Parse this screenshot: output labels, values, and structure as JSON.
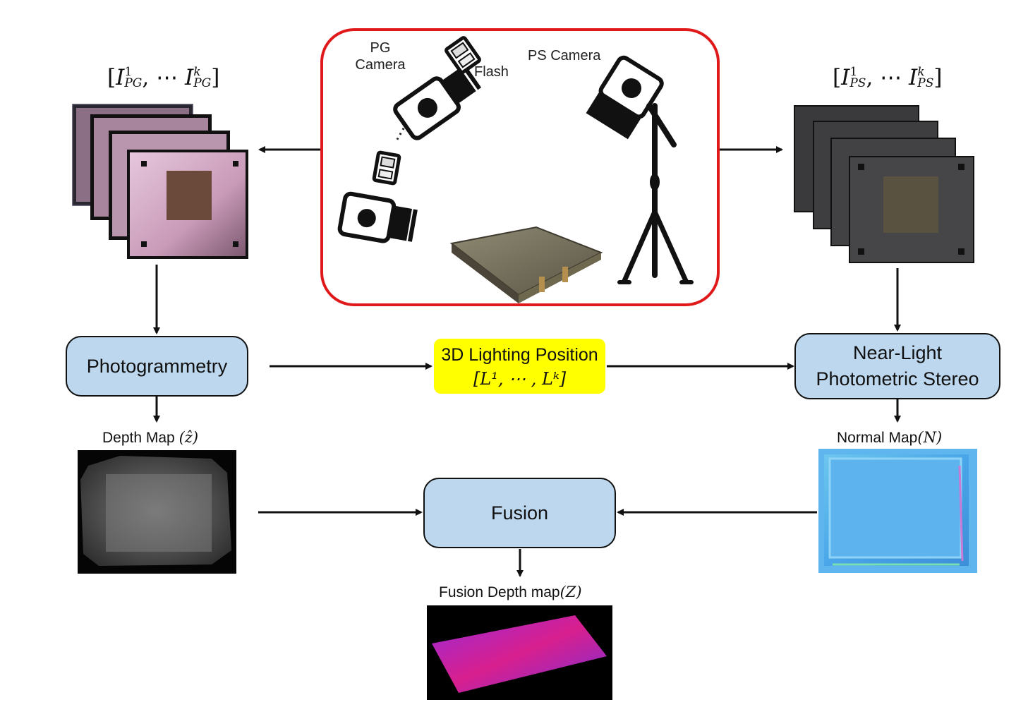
{
  "setup_labels": {
    "pg_camera": [
      "PG",
      "Camera"
    ],
    "flash": "Flash",
    "ps_camera": "PS Camera",
    "ellipsis": "⋯"
  },
  "pg_images_label": {
    "open": "[",
    "i": "I",
    "sup1": "1",
    "sub1": "PG",
    "dots": ", ⋯ ",
    "i2": "I",
    "supk": "k",
    "sub2": "PG",
    "close": "]"
  },
  "ps_images_label": {
    "open": "[",
    "i": "I",
    "sup1": "1",
    "sub1": "PS",
    "dots": ", ⋯ ",
    "i2": "I",
    "supk": "k",
    "sub2": "PS",
    "close": "]"
  },
  "nodes": {
    "photogrammetry": "Photogrammetry",
    "lighting_line1": "3D Lighting Position",
    "lighting_line2": "[L¹, ⋯ , Lᵏ]",
    "near_light_line1": "Near-Light",
    "near_light_line2": "Photometric Stereo",
    "fusion": "Fusion"
  },
  "output_labels": {
    "depth_map": "Depth Map",
    "depth_map_sym": "(ẑ)",
    "normal_map": "Normal Map",
    "normal_map_sym": "(N)",
    "fusion_depth": "Fusion Depth map",
    "fusion_depth_sym": "(Z)"
  },
  "colors": {
    "setup_border": "#e0191b",
    "node_fill": "#bdd7ee",
    "highlight": "#ffff00",
    "arrow": "#111111"
  }
}
